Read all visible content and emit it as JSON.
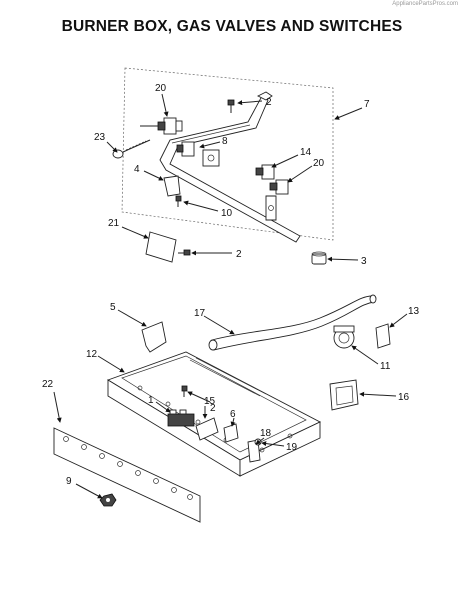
{
  "watermark": "AppliancePartsPros.com",
  "title": "BURNER BOX, GAS VALVES AND SWITCHES",
  "callouts": {
    "c20a": "20",
    "c2a": "2",
    "c7": "7",
    "c23": "23",
    "c8": "8",
    "c14": "14",
    "c20b": "20",
    "c4": "4",
    "c10": "10",
    "c21": "21",
    "c2b": "2",
    "c3": "3",
    "c5": "5",
    "c17": "17",
    "c13": "13",
    "c12": "12",
    "c11": "11",
    "c22": "22",
    "c16": "16",
    "c1": "1",
    "c2c": "2",
    "c15": "15",
    "c6": "6",
    "c18": "18",
    "c19": "19",
    "c9": "9"
  }
}
